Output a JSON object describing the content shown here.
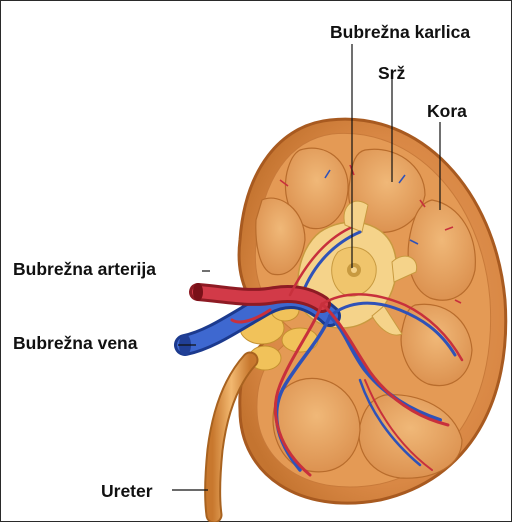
{
  "labels": {
    "pelvis": "Bubrežna karlica",
    "medulla": "Srž",
    "cortex": "Kora",
    "artery": "Bubrežna arterija",
    "vein": "Bubrežna  vena",
    "ureter": "Ureter"
  }
}
